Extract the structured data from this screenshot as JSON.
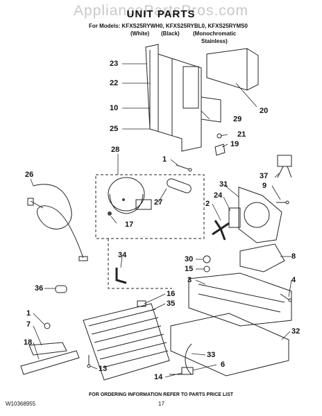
{
  "header": {
    "watermark": "AppliancePartsPros.com",
    "title": "UNIT PARTS",
    "models_line": "For Models: KFXS25RYWH0, KFXS25RYBL0, KFXS25RYMS0",
    "variant_white": "(White)",
    "variant_black": "(Black)",
    "variant_mono": "(Monochromatic",
    "variant_mono2": "Stainless)"
  },
  "callouts": [
    "23",
    "22",
    "10",
    "25",
    "29",
    "20",
    "21",
    "19",
    "28",
    "1",
    "26",
    "27",
    "17",
    "37",
    "9",
    "31",
    "24",
    "2",
    "34",
    "30",
    "15",
    "3",
    "8",
    "4",
    "36",
    "16",
    "35",
    "1",
    "7",
    "18",
    "33",
    "6",
    "32",
    "14",
    "13"
  ],
  "footer": {
    "note": "FOR ORDERING INFORMATION REFER TO PARTS PRICE LIST",
    "doc_number": "W10368955",
    "page_number": "17"
  }
}
